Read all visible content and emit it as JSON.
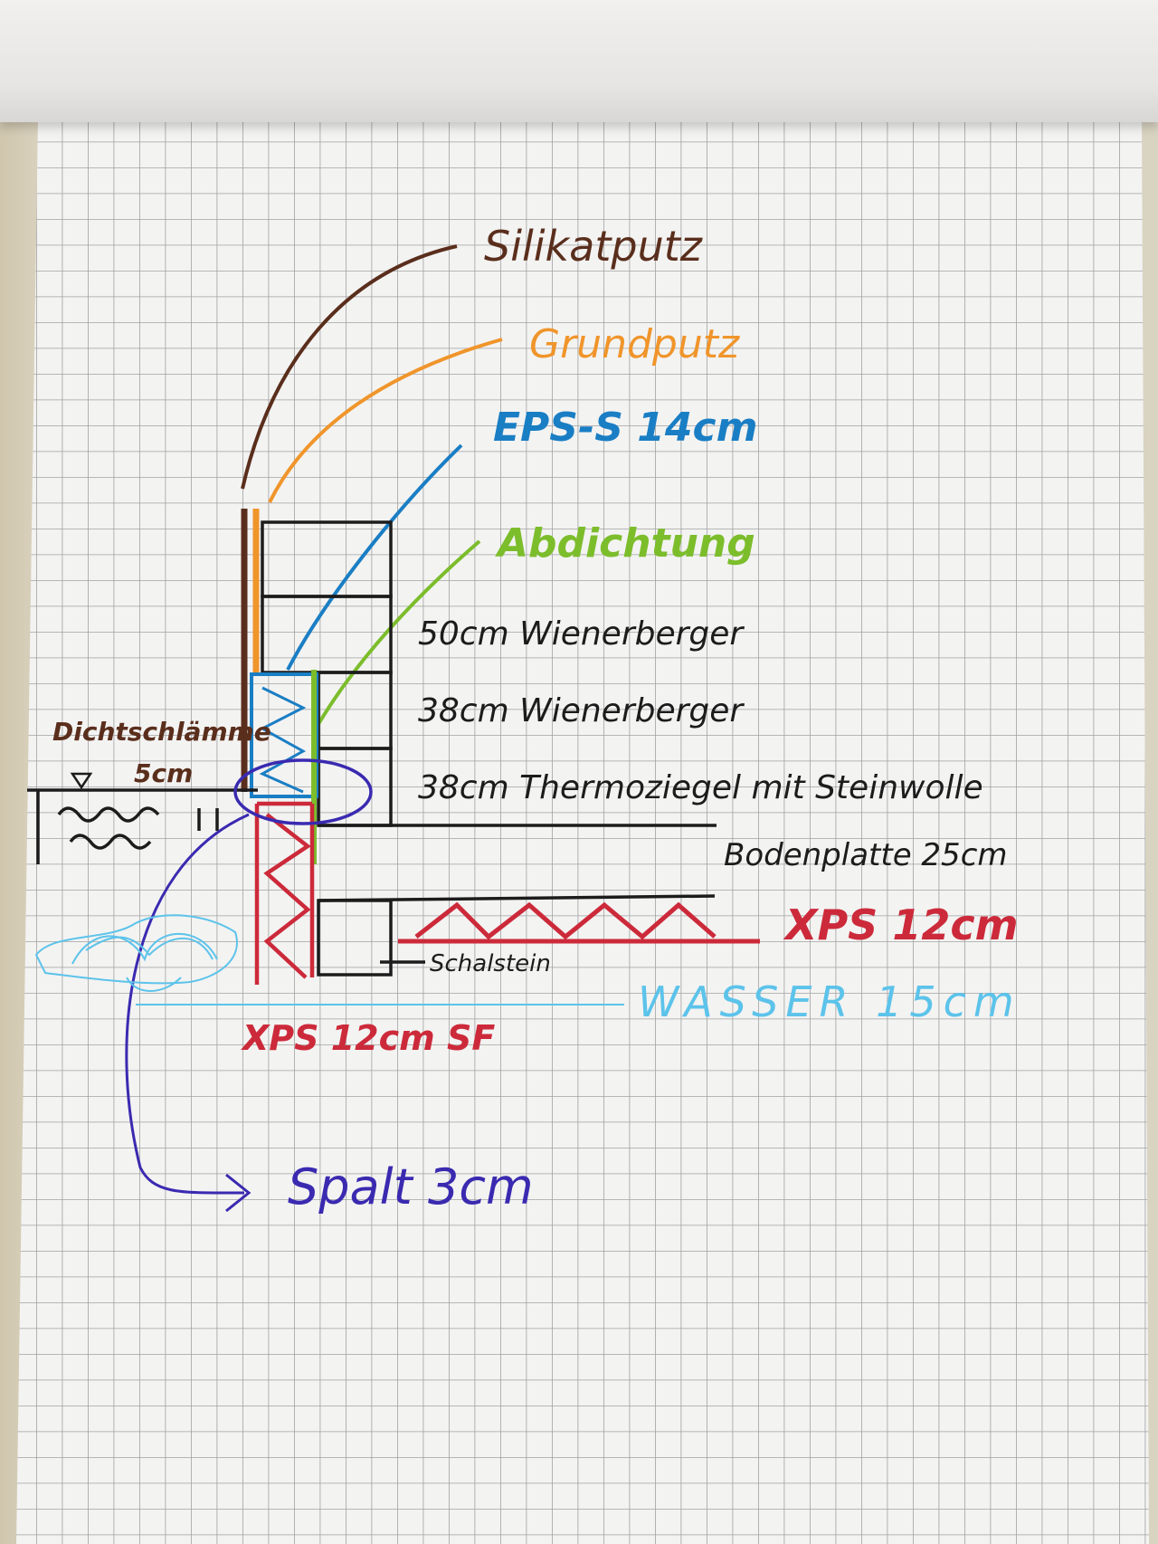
{
  "colors": {
    "brown": "#5a2e1c",
    "orange": "#f0952b",
    "blue": "#1a7ec4",
    "green": "#7cbd2c",
    "black": "#1c1c1c",
    "red": "#cc2a3a",
    "lightblue": "#5cc3ea",
    "purple": "#3a2ab0",
    "grid": "#9a9a9a"
  },
  "labels": {
    "silikatputz": "Silikatputz",
    "grundputz": "Grundputz",
    "eps": "EPS-S 14cm",
    "abdichtung": "Abdichtung",
    "wienerberger50": "50cm Wienerberger",
    "wienerberger38": "38cm Wienerberger",
    "thermoziegel": "38cm Thermoziegel mit Steinwolle",
    "bodenplatte": "Bodenplatte 25cm",
    "xps_floor": "XPS 12cm",
    "schalstein": "Schalstein",
    "wasser": "WASSER 15cm",
    "xps_sf": "XPS 12cm SF",
    "spalt": "Spalt 3cm",
    "dichtschlaemme": "Dichtschlämme",
    "five_cm": "5cm"
  }
}
